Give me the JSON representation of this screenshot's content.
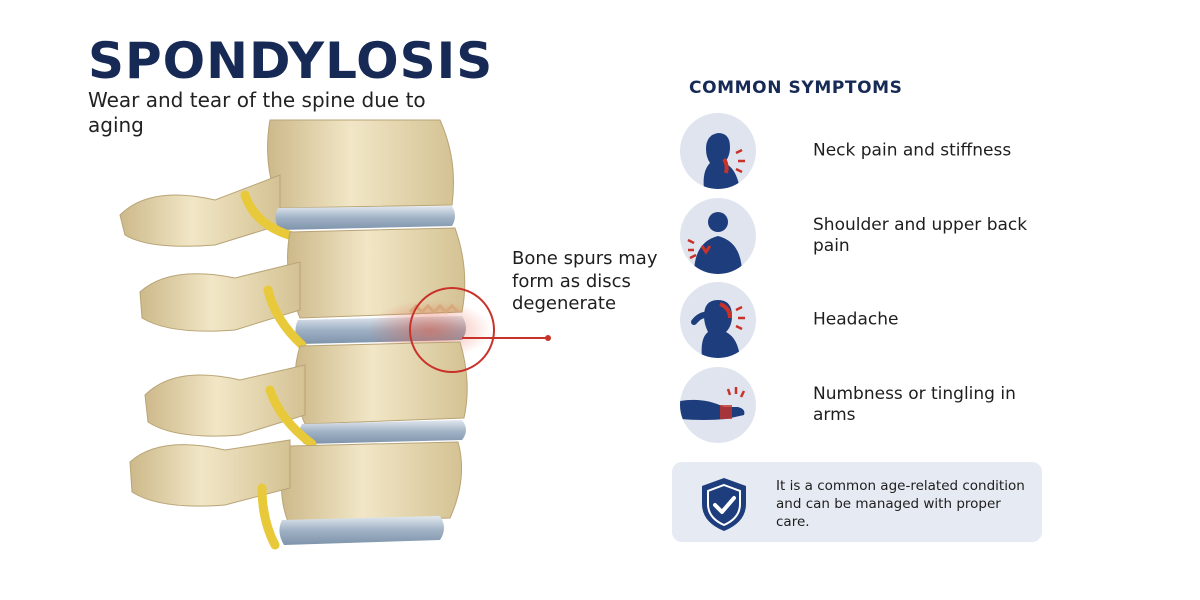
{
  "header": {
    "title": "SPONDYLOSIS",
    "subtitle": "Wear and tear of the spine due to aging"
  },
  "callout": {
    "text": "Bone spurs may form as discs degenerate"
  },
  "symptoms": {
    "heading": "COMMON SYMPTOMS",
    "items": [
      {
        "label": "Neck pain and stiffness",
        "icon": "neck-pain-icon"
      },
      {
        "label": "Shoulder and upper back pain",
        "icon": "shoulder-pain-icon"
      },
      {
        "label": "Headache",
        "icon": "headache-icon"
      },
      {
        "label": "Numbness or tingling in arms",
        "icon": "arm-tingling-icon"
      }
    ]
  },
  "note": {
    "text": "It is a common age-related condition and can be managed with proper care.",
    "icon": "shield-check-icon"
  },
  "colors": {
    "navy": "#162a55",
    "icon_blue": "#1d3d7c",
    "pain_red": "#c8322a",
    "bone": "#e8d9b0",
    "disc": "#a9b9c9",
    "panel": "#e6eaf3"
  }
}
